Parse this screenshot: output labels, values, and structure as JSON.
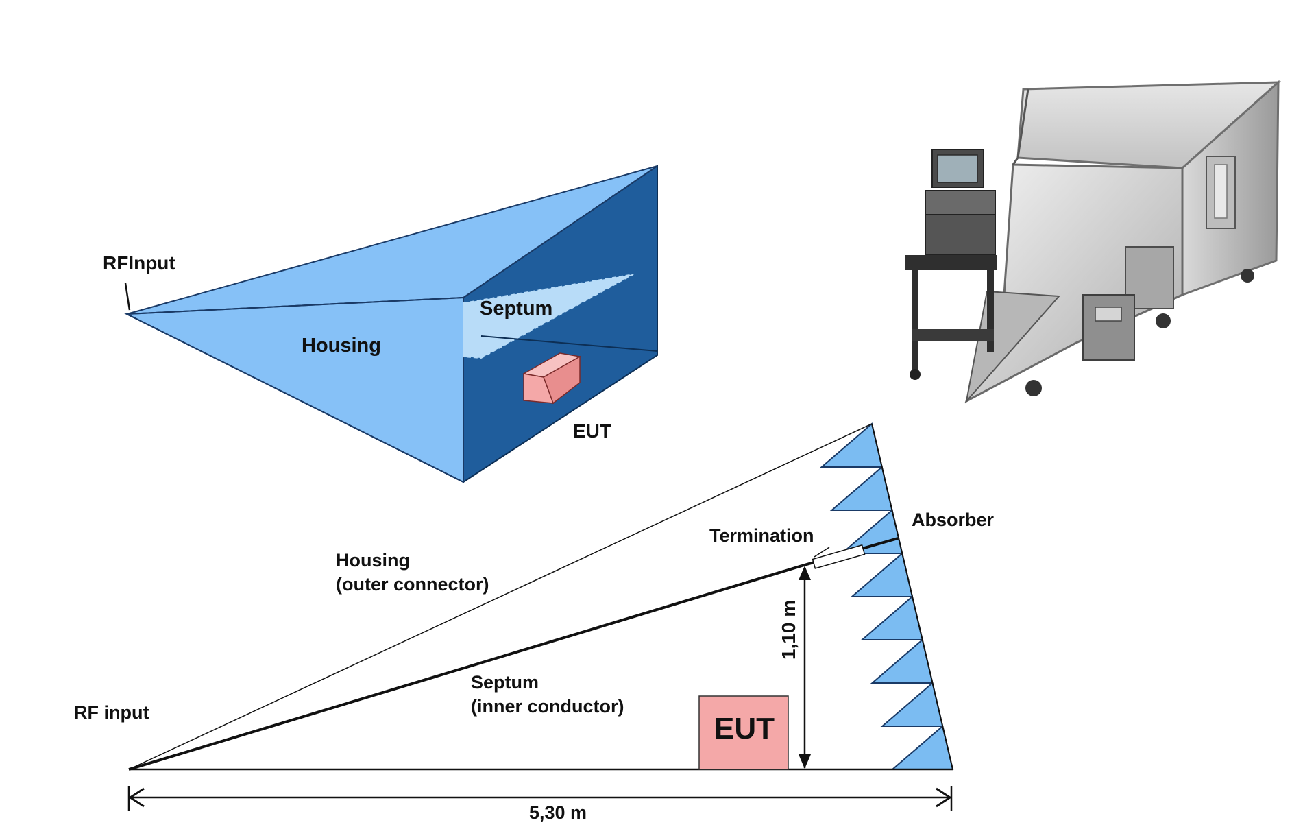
{
  "labels": {
    "rf_input_top": "RFInput",
    "housing_top": "Housing",
    "septum_top": "Septum",
    "eut_top": "EUT",
    "absorber": "Absorber",
    "termination": "Termination",
    "housing_line1": "Housing",
    "housing_line2": "(outer connector)",
    "septum_line1": "Septum",
    "septum_line2": "(inner conductor)",
    "rf_input_bottom": "RF input",
    "eut_bottom": "EUT",
    "height_dim": "1,10 m",
    "length_dim": "5,30 m"
  },
  "colors": {
    "housing_light": "#86c1f7",
    "housing_dark": "#1f5d9c",
    "septum_fill": "#b8dcf8",
    "eut_fill": "#f4a8a8",
    "absorber_fill": "#7bbcf2",
    "outline": "#111111"
  }
}
